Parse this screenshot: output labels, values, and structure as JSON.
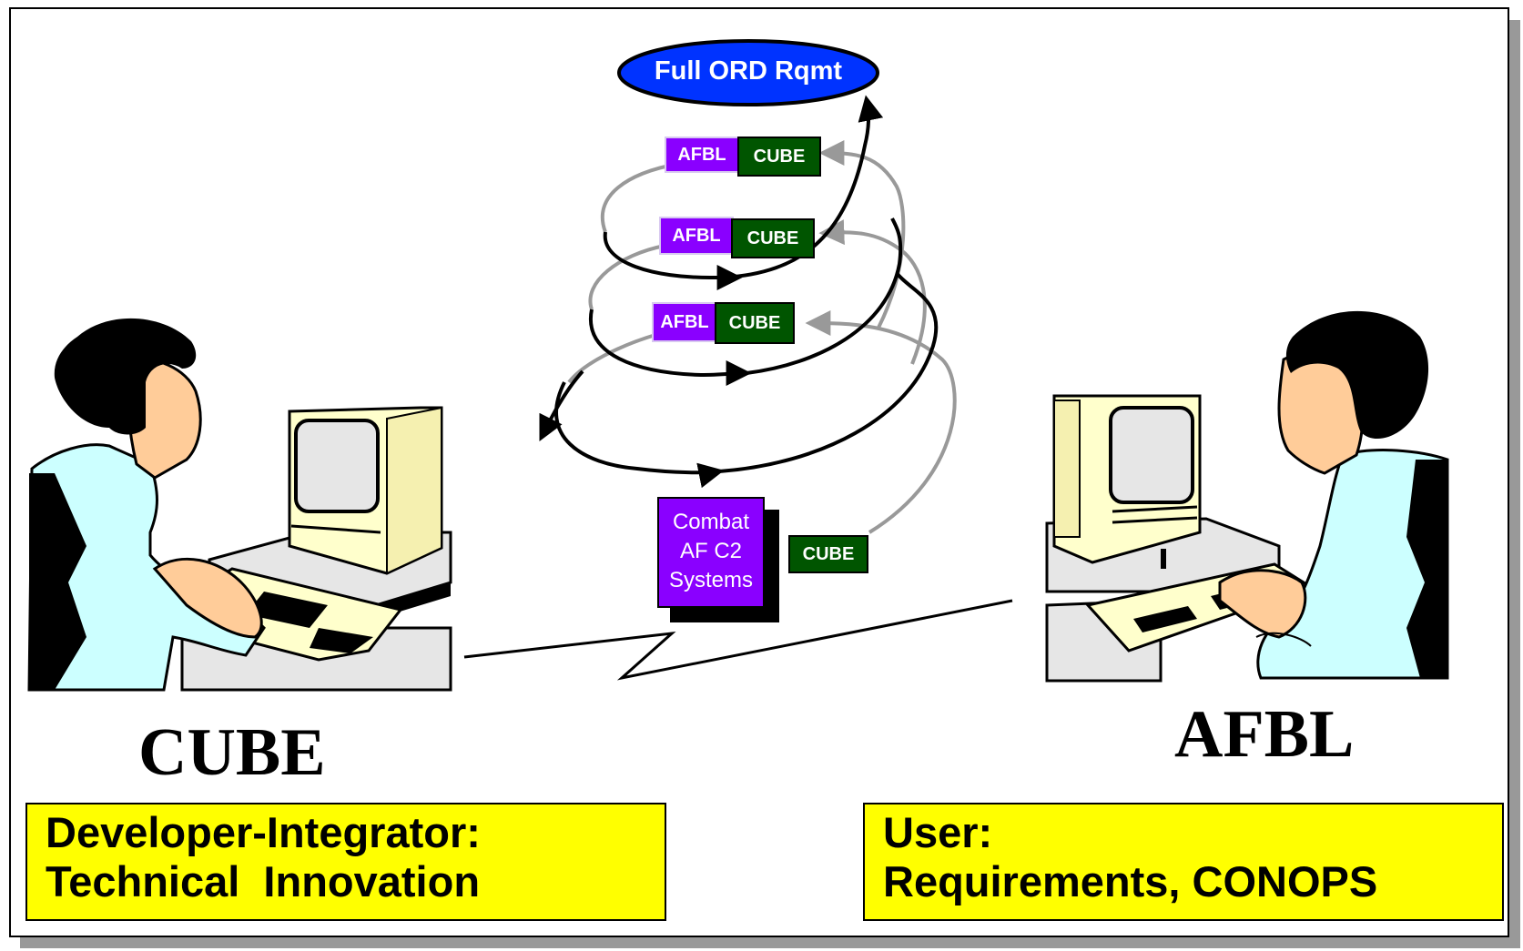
{
  "goal": {
    "label": "Full ORD Rqmt",
    "fill": "#0033ff"
  },
  "iterations": [
    {
      "afbl": "AFBL",
      "cube": "CUBE"
    },
    {
      "afbl": "AFBL",
      "cube": "CUBE"
    },
    {
      "afbl": "AFBL",
      "cube": "CUBE"
    }
  ],
  "combat_box": {
    "lines": [
      "Combat",
      "AF C2",
      "Systems"
    ]
  },
  "start_tag": "CUBE",
  "left": {
    "name": "CUBE",
    "role_lines": [
      "Developer-Integrator:",
      "Technical  Innovation"
    ],
    "icons": [
      "developer-person-icon",
      "computer-icon"
    ]
  },
  "right": {
    "name": "AFBL",
    "role_lines": [
      "User:",
      "Requirements, CONOPS"
    ],
    "icons": [
      "user-person-icon",
      "computer-icon"
    ]
  },
  "colors": {
    "afbl_purple": "#8a00ff",
    "cube_green": "#005500",
    "role_yellow": "#ffff00",
    "skin": "#ffcc99",
    "shirt": "#ccffff",
    "monitor": "#ffffcc"
  }
}
